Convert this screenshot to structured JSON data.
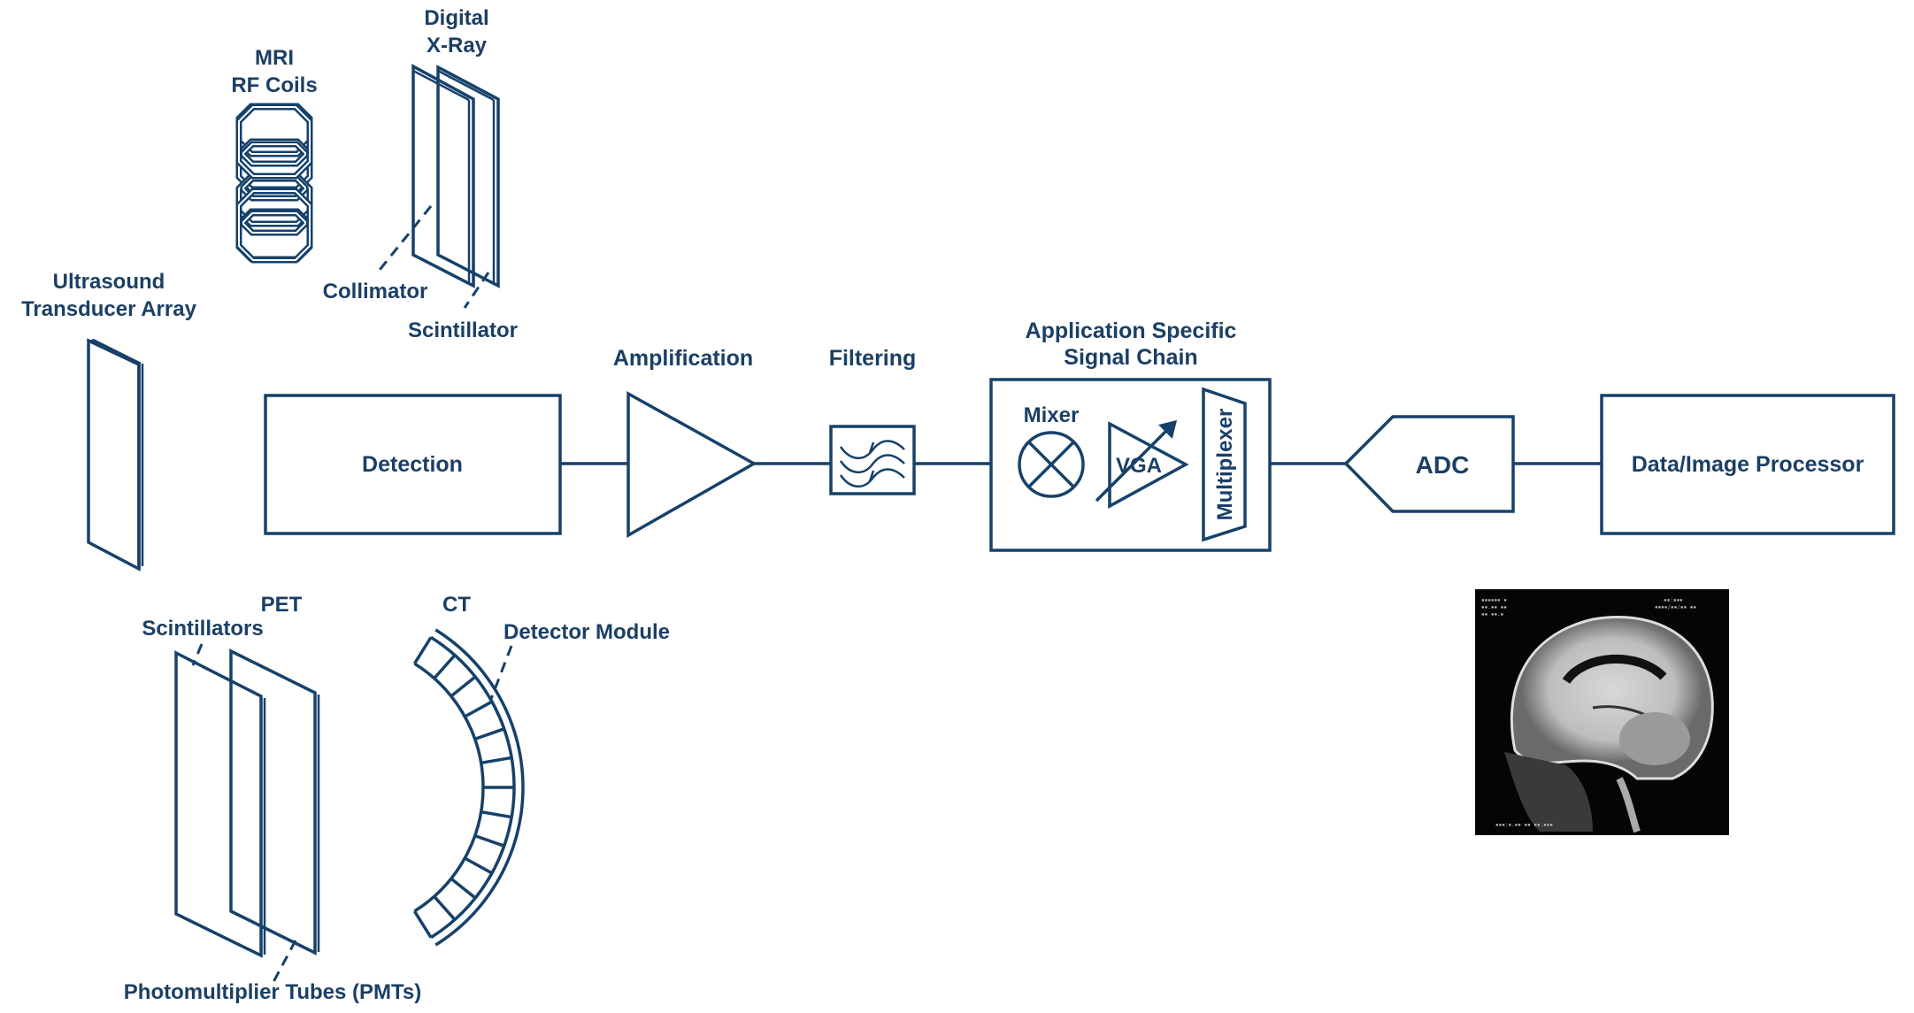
{
  "colors": {
    "stroke": "#16416a",
    "text": "#1b3f66",
    "box_fill": "#d4eef6",
    "assc_fill": "#dff2f8",
    "active_fill": "#6ccbe0",
    "filter_fill": "#9fdbe9",
    "xray_scint_fill": "#e8eaee"
  },
  "modalities": {
    "mri": {
      "title_line1": "MRI",
      "title_line2": "RF Coils"
    },
    "xray": {
      "title_line1": "Digital",
      "title_line2": "X-Ray",
      "collimator": "Collimator",
      "scintillator": "Scintillator"
    },
    "ultrasound": {
      "title_line1": "Ultrasound",
      "title_line2": "Transducer Array"
    },
    "pet": {
      "title": "PET",
      "scintillators": "Scintillators",
      "pmts": "Photomultiplier Tubes (PMTs)"
    },
    "ct": {
      "title": "CT",
      "detector_module": "Detector Module"
    }
  },
  "signal_chain": {
    "detection": "Detection",
    "amplification": "Amplification",
    "filtering": "Filtering",
    "assc_line1": "Application Specific",
    "assc_line2": "Signal Chain",
    "mixer": "Mixer",
    "vga": "VGA",
    "multiplexer": "Multiplexer",
    "adc": "ADC",
    "processor": "Data/Image Processor"
  },
  "output_image": {
    "description": "Sagittal brain MRI scan"
  }
}
